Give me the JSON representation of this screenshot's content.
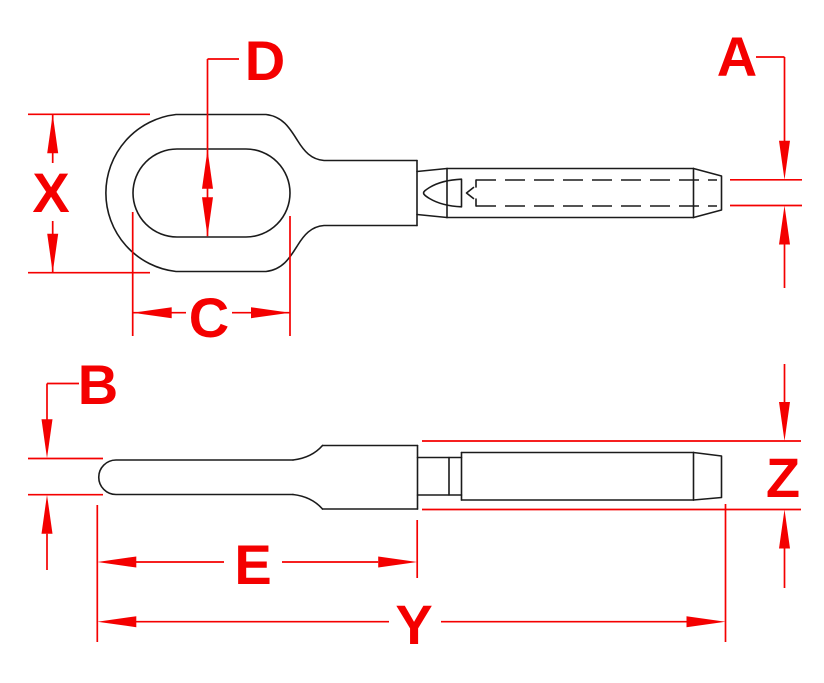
{
  "drawing": {
    "type": "technical-dimension-drawing",
    "background_color": "#ffffff",
    "outline_color": "#1b1b1b",
    "dimension_color": "#f40000",
    "labels": {
      "A": "A",
      "B": "B",
      "C": "C",
      "D": "D",
      "E": "E",
      "X": "X",
      "Y": "Y",
      "Z": "Z"
    },
    "views": {
      "top_view_dimension_labels": [
        "D",
        "A",
        "X",
        "C"
      ],
      "side_view_dimension_labels": [
        "B",
        "E",
        "Y",
        "Z"
      ]
    }
  }
}
